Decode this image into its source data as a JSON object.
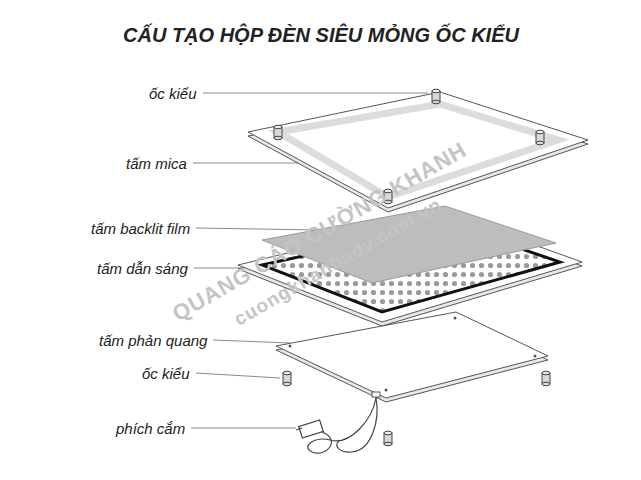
{
  "diagram": {
    "title": "CẤU TẠO HỘP ĐÈN SIÊU MỎNG ỐC KIỂU",
    "labels": [
      "ốc kiểu",
      "tấm mica",
      "tấm backlit film",
      "tấm dẫn sáng",
      "tấm phản quang",
      "ốc kiểu",
      "phích cắm",
      "QUANG CÁO CƯỜNG KHANH",
      "cuongkhanhadv.com.vn"
    ]
  }
}
